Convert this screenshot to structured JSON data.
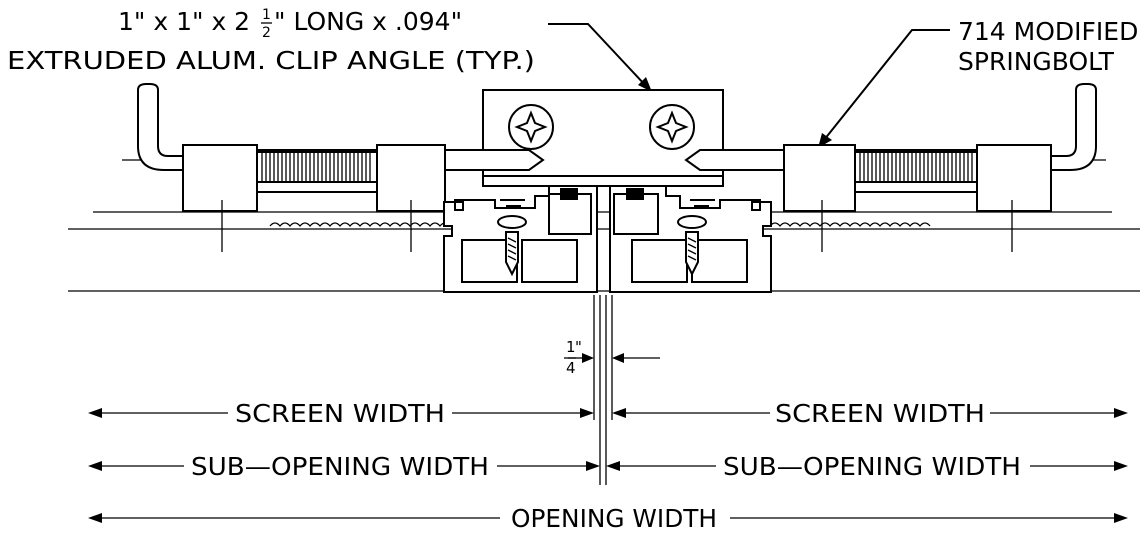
{
  "callouts": {
    "clip_angle_line1": "1\" x 1\" x 2",
    "clip_angle_frac_num": "1",
    "clip_angle_frac_den": "2",
    "clip_angle_line1_rest": "\" LONG x .094\"",
    "clip_angle_line2": "EXTRUDED ALUM. CLIP ANGLE (TYP.)",
    "springbolt_line1": "714 MODIFIED",
    "springbolt_line2": "SPRINGBOLT"
  },
  "gap": {
    "numerator": "1",
    "inch_mark": "\"",
    "denominator": "4"
  },
  "dimensions": {
    "screen_width_left": "SCREEN WIDTH",
    "screen_width_right": "SCREEN WIDTH",
    "sub_opening_left": "SUB—OPENING WIDTH",
    "sub_opening_right": "SUB—OPENING WIDTH",
    "opening_width": "OPENING WIDTH"
  }
}
